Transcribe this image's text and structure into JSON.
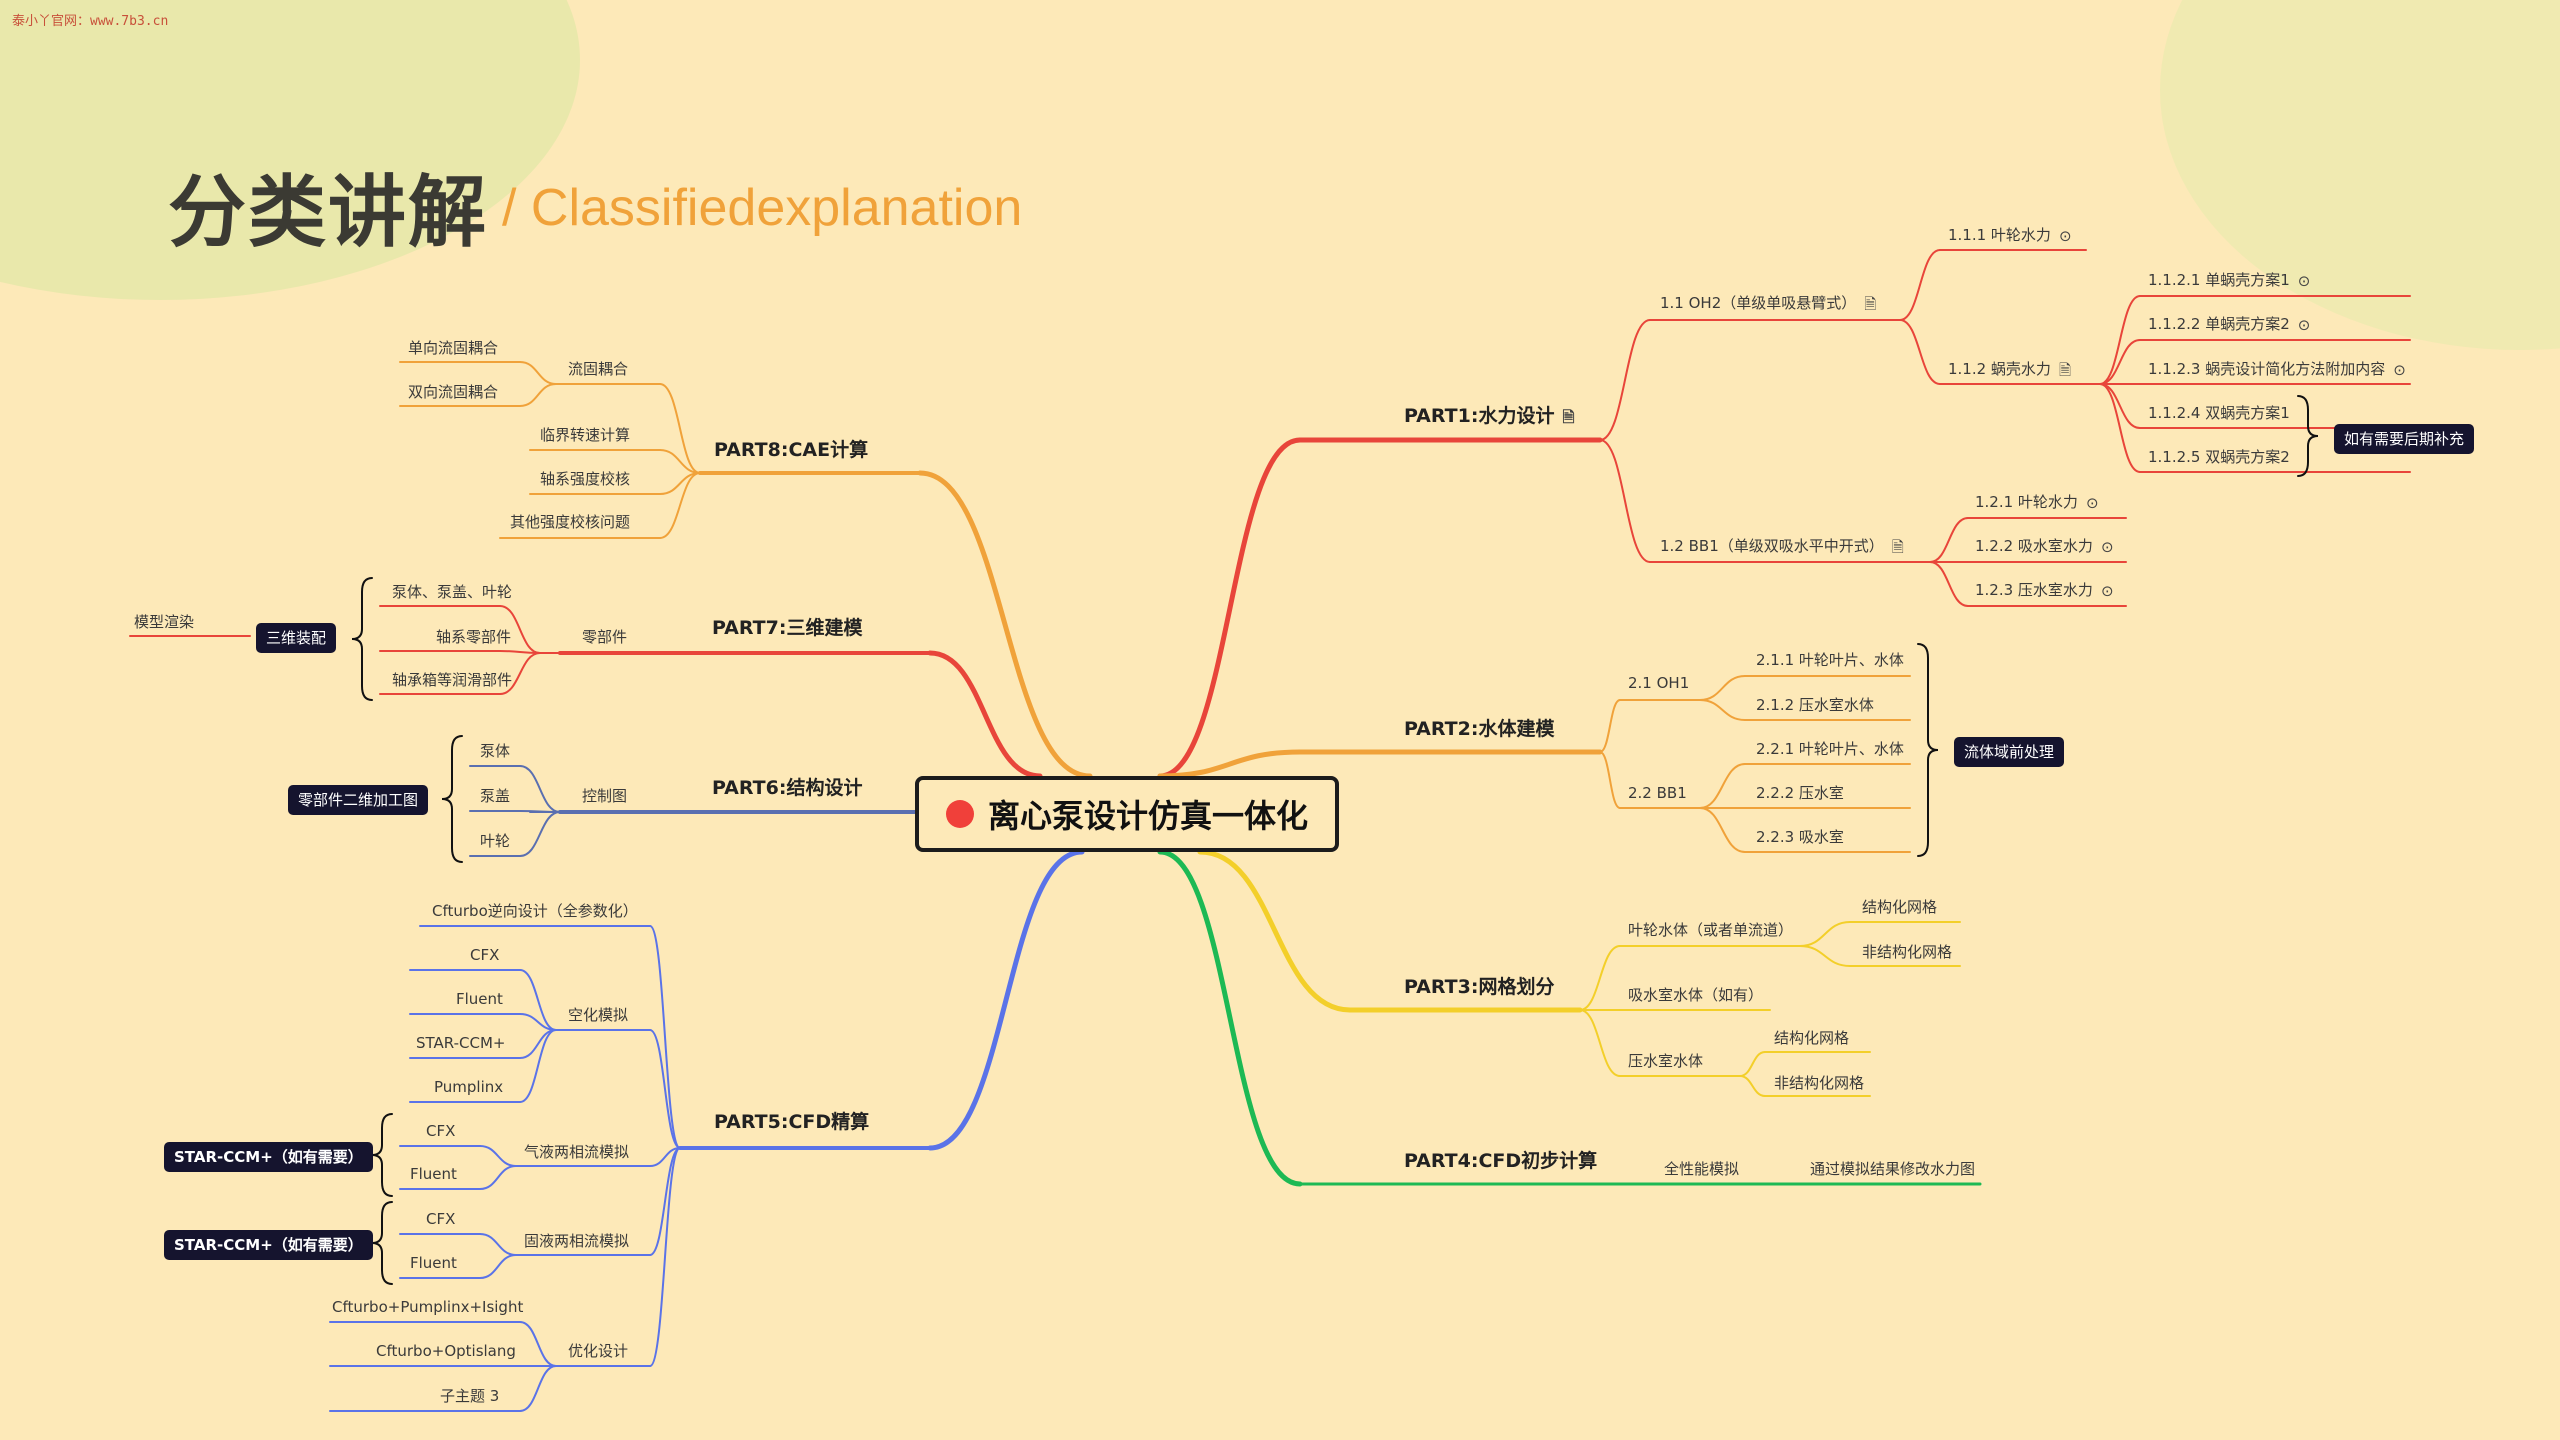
{
  "watermark": "泰小丫官网：www.7b3.cn",
  "heading": {
    "cn": "分类讲解",
    "en": "/ Classifiedexplanation"
  },
  "center": "离心泵设计仿真一体化",
  "colors": {
    "background": "#fde9b8",
    "red": "#e8453a",
    "orange": "#f0a23a",
    "yellow": "#f3cf2a",
    "green": "#1db954",
    "blue": "#5a73e8",
    "slate": "#5a6fb0",
    "dark_tag": "#15142e"
  },
  "labels": {
    "p1": "PART1:水力设计",
    "p1_1": "1.1  OH2（单级单吸悬臂式）",
    "p1_1_1": "1.1.1  叶轮水力",
    "p1_1_2": "1.1.2  蜗壳水力",
    "p1_1_2_1": "1.1.2.1  单蜗壳方案1",
    "p1_1_2_2": "1.1.2.2  单蜗壳方案2",
    "p1_1_2_3": "1.1.2.3  蜗壳设计简化方法附加内容",
    "p1_1_2_4": "1.1.2.4  双蜗壳方案1",
    "p1_1_2_5": "1.1.2.5  双蜗壳方案2",
    "tag_p1": "如有需要后期补充",
    "p1_2": "1.2  BB1（单级双吸水平中开式）",
    "p1_2_1": "1.2.1  叶轮水力",
    "p1_2_2": "1.2.2  吸水室水力",
    "p1_2_3": "1.2.3  压水室水力",
    "p2": "PART2:水体建模",
    "p2_1": "2.1  OH1",
    "p2_1_1": "2.1.1  叶轮叶片、水体",
    "p2_1_2": "2.1.2  压水室水体",
    "p2_2": "2.2  BB1",
    "p2_2_1": "2.2.1  叶轮叶片、水体",
    "p2_2_2": "2.2.2  压水室",
    "p2_2_3": "2.2.3  吸水室",
    "tag_p2": "流体域前处理",
    "p3": "PART3:网格划分",
    "p3_1": "叶轮水体（或者单流道）",
    "p3_1_1": "结构化网格",
    "p3_1_2": "非结构化网格",
    "p3_2": "吸水室水体（如有）",
    "p3_3": "压水室水体",
    "p3_3_1": "结构化网格",
    "p3_3_2": "非结构化网格",
    "p4": "PART4:CFD初步计算",
    "p4_1": "全性能模拟",
    "p4_2": "通过模拟结果修改水力图",
    "p5": "PART5:CFD精算",
    "p5_0": "Cfturbo逆向设计（全参数化）",
    "p5_1": "空化模拟",
    "p5_1_1": "CFX",
    "p5_1_2": "Fluent",
    "p5_1_3": "STAR-CCM+",
    "p5_1_4": "Pumplinx",
    "p5_2": "气液两相流模拟",
    "p5_2_1": "CFX",
    "p5_2_2": "Fluent",
    "tag_p5a": "STAR-CCM+（如有需要）",
    "p5_3": "固液两相流模拟",
    "p5_3_1": "CFX",
    "p5_3_2": "Fluent",
    "tag_p5b": "STAR-CCM+（如有需要）",
    "p5_4": "优化设计",
    "p5_4_1": "Cfturbo+Pumplinx+Isight",
    "p5_4_2": "Cfturbo+Optislang",
    "p5_4_3": "子主题 3",
    "p6": "PART6:结构设计",
    "p6_1": "控制图",
    "p6_1_1": "泵体",
    "p6_1_2": "泵盖",
    "p6_1_3": "叶轮",
    "tag_p6": "零部件二维加工图",
    "p7": "PART7:三维建模",
    "p7_1": "零部件",
    "p7_1_1": "泵体、泵盖、叶轮",
    "p7_1_2": "轴系零部件",
    "p7_1_3": "轴承箱等润滑部件",
    "tag_p7": "三维装配",
    "p7_2": "模型渲染",
    "p8": "PART8:CAE计算",
    "p8_1": "流固耦合",
    "p8_1_1": "单向流固耦合",
    "p8_1_2": "双向流固耦合",
    "p8_2": "临界转速计算",
    "p8_3": "轴系强度校核",
    "p8_4": "其他强度校核问题"
  },
  "icons": {
    "note": "note-icon",
    "more": "more-icon"
  }
}
